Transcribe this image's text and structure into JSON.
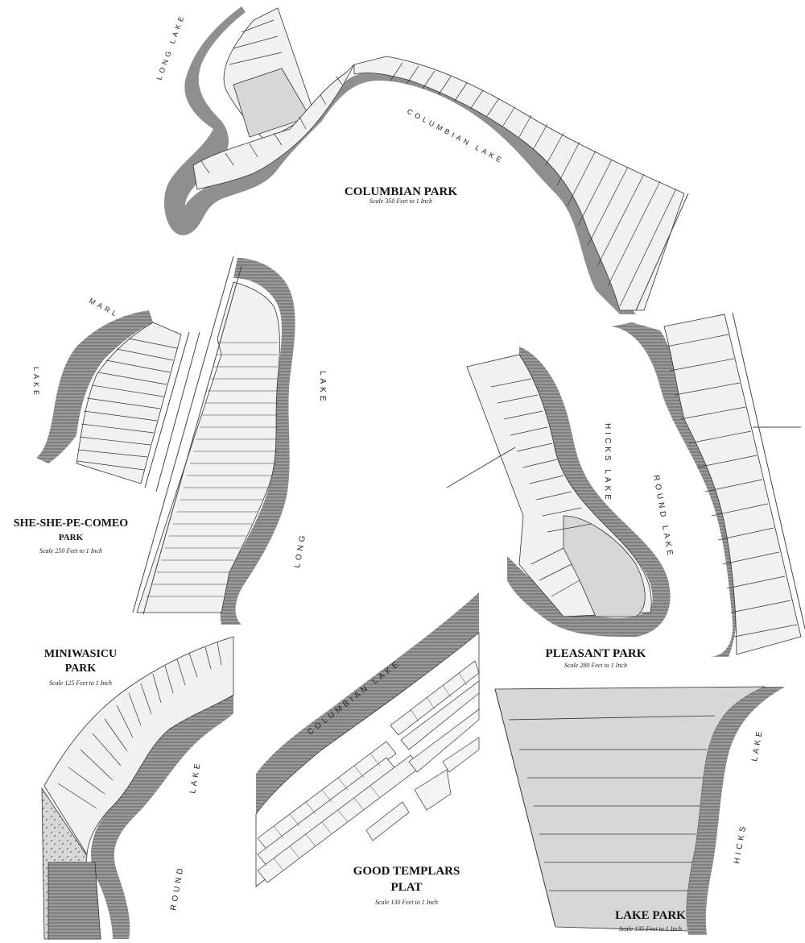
{
  "plats": {
    "columbian_park": {
      "title": "COLUMBIAN PARK",
      "scale": "Scale 350 Feet to 1 Inch"
    },
    "she_she": {
      "title": "SHE-SHE-PE-COMEO",
      "subtitle": "PARK",
      "scale": "Scale 250 Feet to 1 Inch"
    },
    "miniwasicu": {
      "title": "MINIWASICU",
      "subtitle": "PARK",
      "scale": "Scale 125 Feet to 1 Inch"
    },
    "pleasant_park": {
      "title": "PLEASANT PARK",
      "scale": "Scale 280 Feet to 1 Inch"
    },
    "good_templars": {
      "title": "GOOD TEMPLARS",
      "subtitle": "PLAT",
      "scale": "Scale 130 Feet to 1 Inch"
    },
    "lake_park": {
      "title": "LAKE PARK",
      "scale": "Scale 135 Feet to 1 Inch"
    }
  },
  "lakes": {
    "long_lake_top": "LONG LAKE",
    "columbian_lake_top": "COLUMBIAN LAKE",
    "marl_lake_a": "MARL",
    "marl_lake_b": "LAKE",
    "long_lake_mid_a": "LAKE",
    "long_lake_mid_b": "LONG",
    "hicks_lake_mid": "HICKS LAKE",
    "round_lake_mid": "ROUND LAKE",
    "round_lake_bottom_a": "LAKE",
    "round_lake_bottom_b": "ROUND",
    "columbian_lake_bottom": "COLUMBIAN LAKE",
    "hicks_lake_bottom_a": "LAKE",
    "hicks_lake_bottom_b": "HICKS"
  }
}
